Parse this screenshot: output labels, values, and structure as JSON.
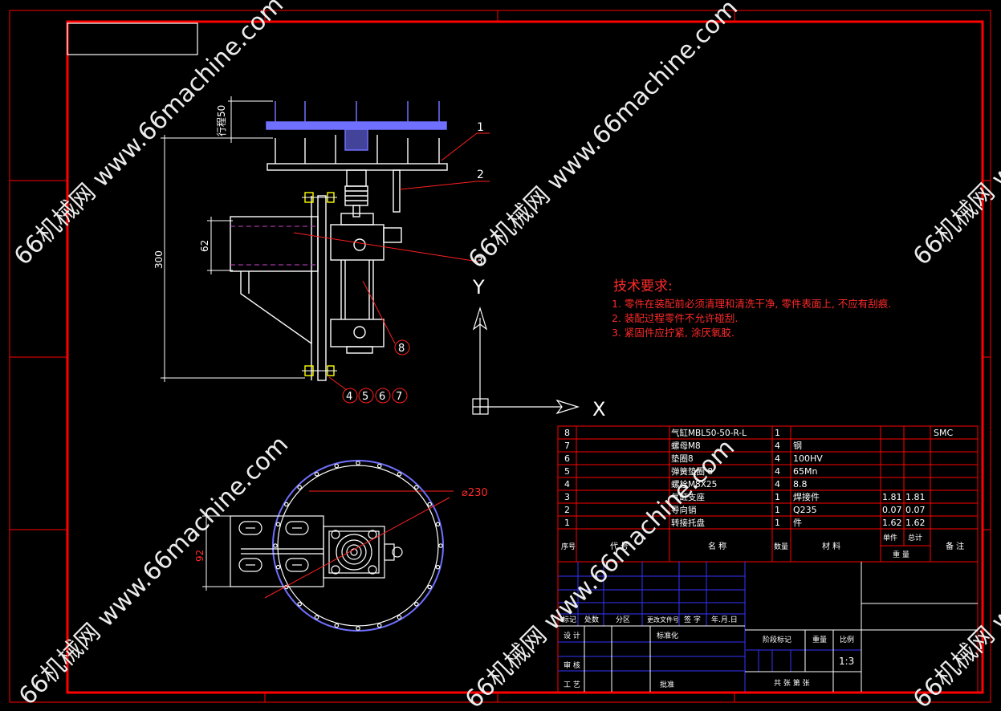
{
  "colors": {
    "background": "#000000",
    "frame": "#ff0000",
    "geometry": "#ffffff",
    "parts": "#7070ff",
    "dashed": "#cc44cc",
    "leaders": "#ff2020",
    "text_red": "#ff2a2a",
    "table_blue": "#3333ff",
    "dimension": "#ffffff",
    "bolt_yellow": "#ffff00"
  },
  "dimensions": {
    "stroke": "行程50",
    "height": "300",
    "width": "62",
    "diameter": "⌀230",
    "offset": "92"
  },
  "balloons": {
    "top": [
      "1",
      "2",
      "3"
    ],
    "cylinder": "8",
    "fasteners": [
      "4",
      "5",
      "6",
      "7"
    ]
  },
  "axes": {
    "y": "Y",
    "x": "X"
  },
  "tech_requirements": {
    "title": "技术要求:",
    "lines": [
      "1. 零件在装配前必须清理和清洗干净, 零件表面上, 不应有刮痕.",
      "2. 装配过程零件不允许碰刮.",
      "3. 紧固件应拧紧, 涂厌氧胶."
    ]
  },
  "bom": {
    "rows": [
      {
        "no": "8",
        "name": "气缸MBL50-50-R-L",
        "qty": "1",
        "material": "",
        "unit": "",
        "total": "",
        "note": "SMC"
      },
      {
        "no": "7",
        "name": "螺母M8",
        "qty": "4",
        "material": "钢",
        "unit": "",
        "total": "",
        "note": ""
      },
      {
        "no": "6",
        "name": "垫圈8",
        "qty": "4",
        "material": "100HV",
        "unit": "",
        "total": "",
        "note": ""
      },
      {
        "no": "5",
        "name": "弹簧垫圈 8",
        "qty": "4",
        "material": "65Mn",
        "unit": "",
        "total": "",
        "note": ""
      },
      {
        "no": "4",
        "name": "螺栓M8X25",
        "qty": "4",
        "material": "8.8",
        "unit": "",
        "total": "",
        "note": ""
      },
      {
        "no": "3",
        "name": "气缸支座",
        "qty": "1",
        "material": "焊接件",
        "unit": "1.81",
        "total": "1.81",
        "note": ""
      },
      {
        "no": "2",
        "name": "导向销",
        "qty": "1",
        "material": "Q235",
        "unit": "0.07",
        "total": "0.07",
        "note": ""
      },
      {
        "no": "1",
        "name": "转接托盘",
        "qty": "1",
        "material": "件",
        "unit": "1.62",
        "total": "1.62",
        "note": ""
      }
    ],
    "header": {
      "no": "序号",
      "code": "代 号",
      "name": "名 称",
      "qty": "数量",
      "material": "材 料",
      "unit": "单件",
      "total": "总计",
      "weight": "重 量",
      "note": "备 注"
    }
  },
  "title_block": {
    "revision_headers": [
      "标记",
      "处数",
      "分区",
      "更改文件号",
      "签 字",
      "年.月.日"
    ],
    "design": "设 计",
    "standard": "标准化",
    "check": "审 核",
    "process": "工 艺",
    "approve": "批准",
    "stage": "阶段标记",
    "weight": "重量",
    "scale_label": "比例",
    "scale": "1:3",
    "sheets": "共 张 第 张"
  },
  "watermark": "66机械网 www.66machine.com"
}
